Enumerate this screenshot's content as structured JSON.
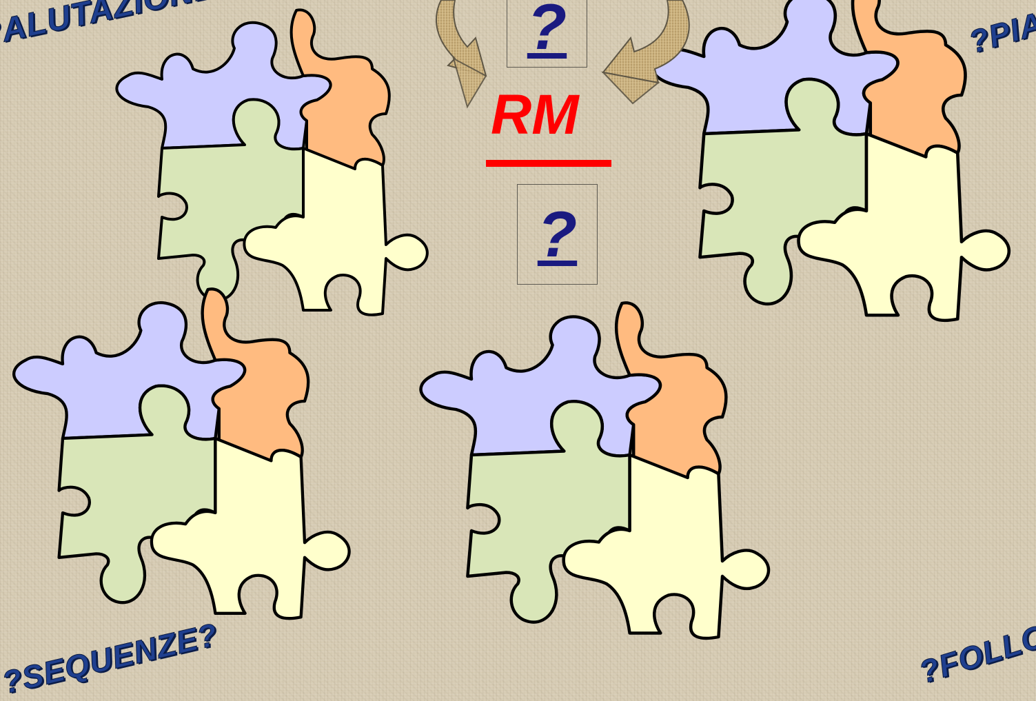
{
  "stamps": {
    "top_left": "?ALUTAZIONE",
    "top_right": "?PIA",
    "bottom_left": "?SEQUENZE?",
    "bottom_right": "?FOLLOW"
  },
  "center": {
    "box_top_symbol": "?",
    "box_mid_symbol": "?",
    "label": "RM"
  },
  "colors": {
    "lavender": "#ccccff",
    "orange": "#ffbb80",
    "green": "#d9e6b8",
    "cream": "#ffffcc",
    "label_red": "#ff0000",
    "question_navy": "#1a1a80",
    "stamp_blue": "#1f3f8f",
    "arrow_fill": "#c9ad78"
  },
  "icons": [
    "puzzle-cluster",
    "curved-arrow-left",
    "curved-arrow-right"
  ]
}
